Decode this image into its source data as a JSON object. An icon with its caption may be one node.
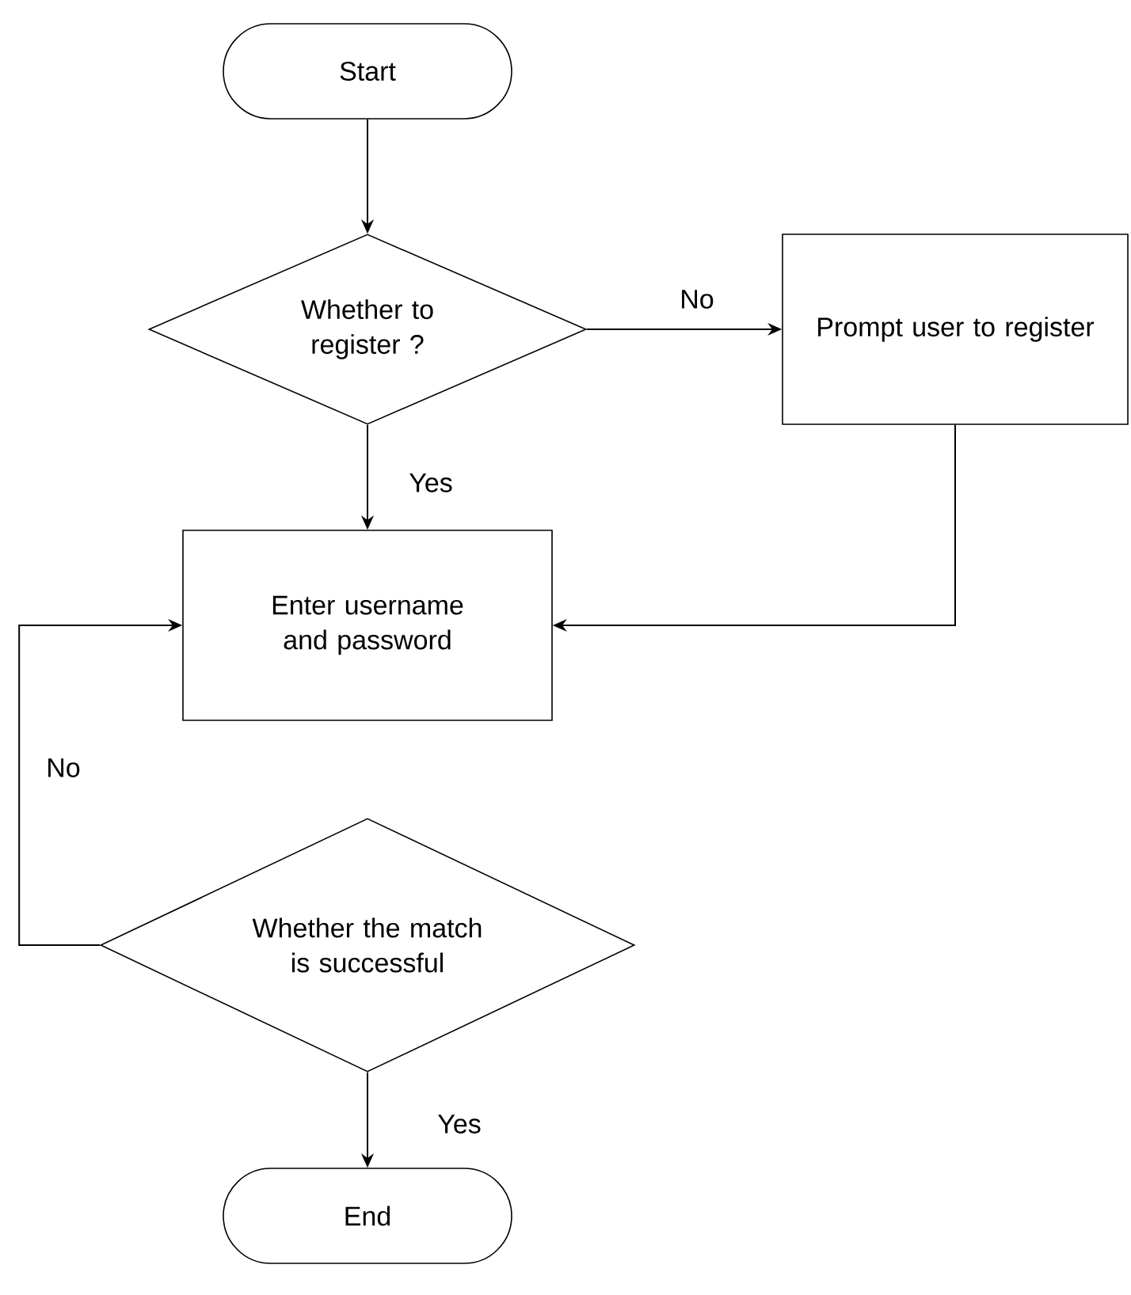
{
  "diagram": {
    "nodes": [
      {
        "text": [
          "Start"
        ]
      },
      {
        "text": [
          "Whether to register ?"
        ]
      },
      {
        "text": [
          "Prompt user to register"
        ]
      },
      {
        "text": [
          "Enter username and password"
        ]
      },
      {
        "text": [
          "Whether the match is successful"
        ]
      },
      {
        "text": [
          "End"
        ]
      }
    ],
    "edges": [
      {
        "from": 0,
        "to": 1,
        "arrow": "to"
      },
      {
        "from": 1,
        "to": 2,
        "arrow": "to",
        "label": "No"
      },
      {
        "from": 1,
        "to": 3,
        "arrow": "to",
        "label": "Yes"
      },
      {
        "from": 2,
        "to": 3,
        "arrow": "to"
      },
      {
        "from": 4,
        "to": 3,
        "arrow": "to",
        "label": "No"
      },
      {
        "from": 4,
        "to": 5,
        "arrow": "to",
        "label": "Yes"
      }
    ]
  }
}
